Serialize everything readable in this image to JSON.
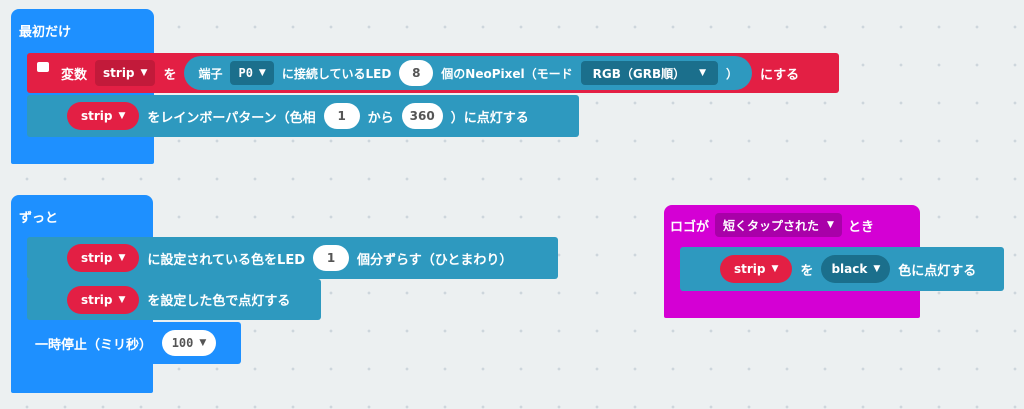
{
  "on_start": {
    "title": "最初だけ",
    "set_block": {
      "prefix": "変数",
      "var": "strip",
      "wo": "を",
      "create": {
        "pin_label": "端子",
        "pin": "P0",
        "mid_label": "に接続しているLED",
        "count": "8",
        "neopixel_label": "個のNeoPixel（モード",
        "mode": "RGB（GRB順）",
        "close": "）"
      },
      "suffix": "にする"
    },
    "rainbow_block": {
      "var": "strip",
      "text1": "をレインボーパターン（色相",
      "from": "1",
      "kara": "から",
      "to": "360",
      "text2": "）に点灯する"
    }
  },
  "forever": {
    "title": "ずっと",
    "rotate_block": {
      "var": "strip",
      "text1": "に設定されている色をLED",
      "amount": "1",
      "text2": "個分ずらす（ひとまわり）"
    },
    "show_block": {
      "var": "strip",
      "text": "を設定した色で点灯する"
    },
    "pause_block": {
      "text": "一時停止（ミリ秒）",
      "ms": "100"
    }
  },
  "logo_event": {
    "prefix": "ロゴが",
    "event": "短くタップされた",
    "suffix": "とき",
    "color_block": {
      "var": "strip",
      "wo": "を",
      "color": "black",
      "text": "色に点灯する"
    }
  },
  "colors": {
    "event_blue": "#1e90ff",
    "neopixel_teal": "#2e99bf",
    "variable_red": "#e31f44",
    "input_magenta": "#d400d4",
    "dark_teal": "#1b6f8c"
  }
}
